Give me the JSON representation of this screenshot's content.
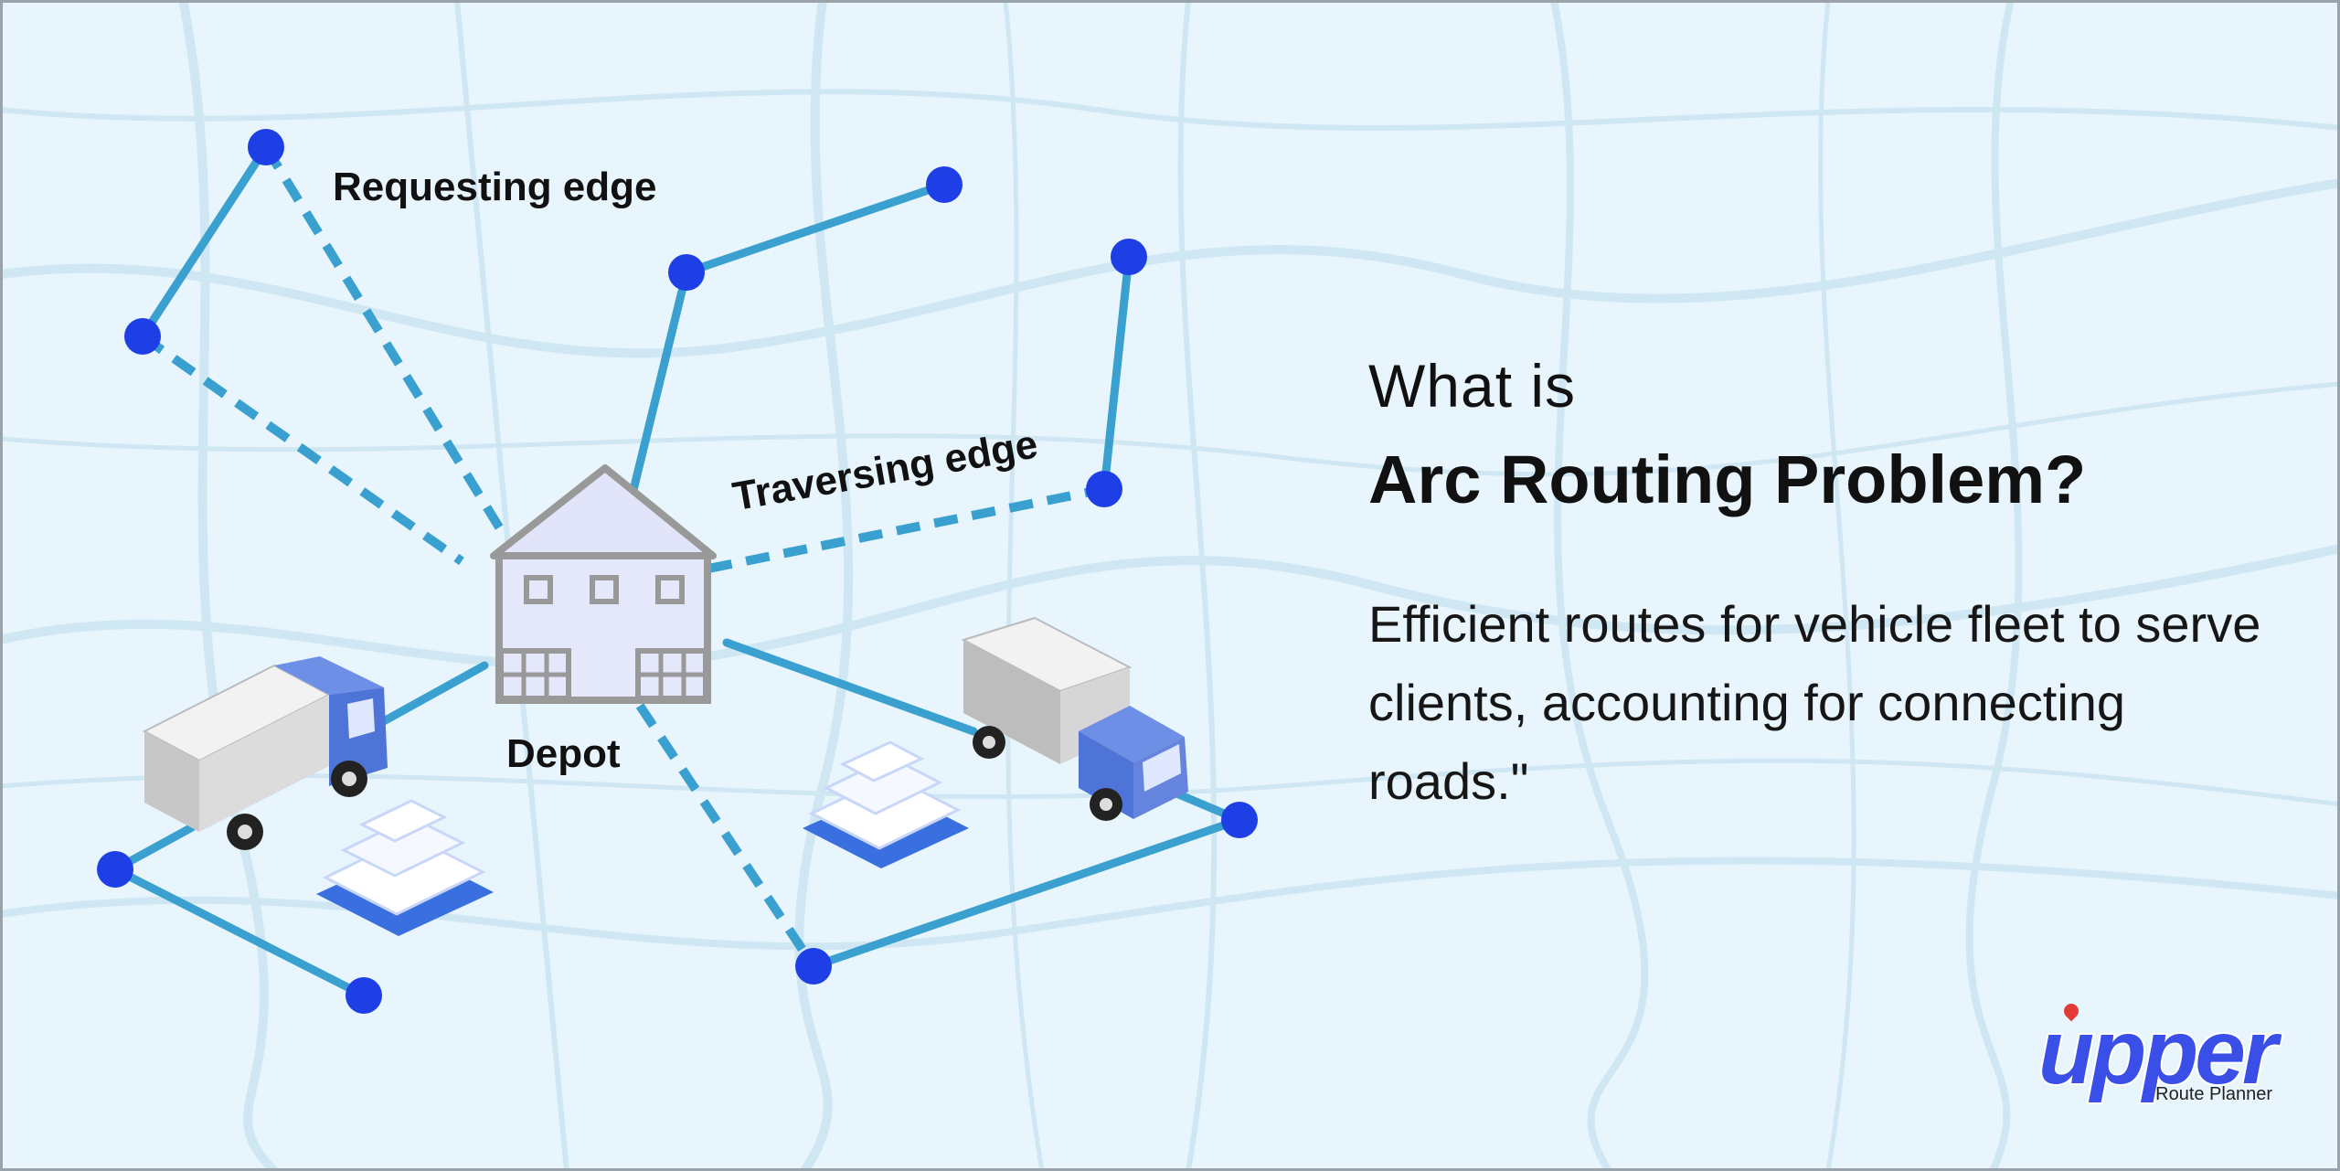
{
  "heading": {
    "pre": "What is",
    "main": "Arc Routing Problem?"
  },
  "description": "Efficient routes for vehicle fleet to serve clients, accounting for connecting roads.\"",
  "diagram": {
    "labels": {
      "requesting": "Requesting edge",
      "traversing": "Traversing edge",
      "depot": "Depot"
    },
    "colors": {
      "node": "#1f3fe6",
      "edge": "#3aa0cf",
      "background": "#e8f5fc",
      "map_roads": "#c6e2f1",
      "house_fill": "#e5e7fb",
      "house_stroke": "#9a9a9a",
      "truck_cab": "#4f74d8",
      "truck_box": "#d9d9d9"
    }
  },
  "logo": {
    "word": "upper",
    "sub": "Route Planner"
  }
}
